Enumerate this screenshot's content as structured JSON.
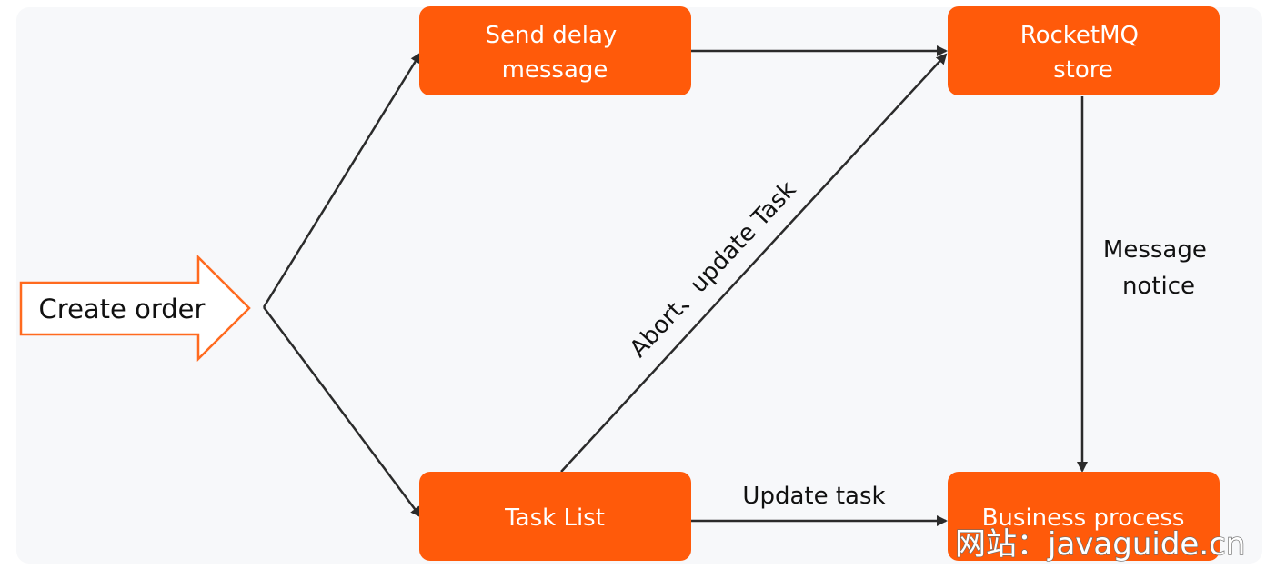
{
  "colors": {
    "node_fill": "#ff5a0a",
    "panel_bg": "#f7f8fa",
    "arrow": "#2b2b2b",
    "outline_arrow": "#ff6a1f"
  },
  "nodes": {
    "send_delay": {
      "lines": [
        "Send delay",
        "message"
      ]
    },
    "rocketmq": {
      "lines": [
        "RocketMQ",
        "store"
      ]
    },
    "task_list": {
      "lines": [
        "Task List"
      ]
    },
    "business": {
      "lines": [
        "Business process"
      ]
    }
  },
  "start": {
    "label": "Create order"
  },
  "edges": {
    "abort_update": "Abort、update Task",
    "message_notice": [
      "Message",
      "notice"
    ],
    "update_task": "Update task"
  },
  "watermark": "网站：javaguide.cn"
}
